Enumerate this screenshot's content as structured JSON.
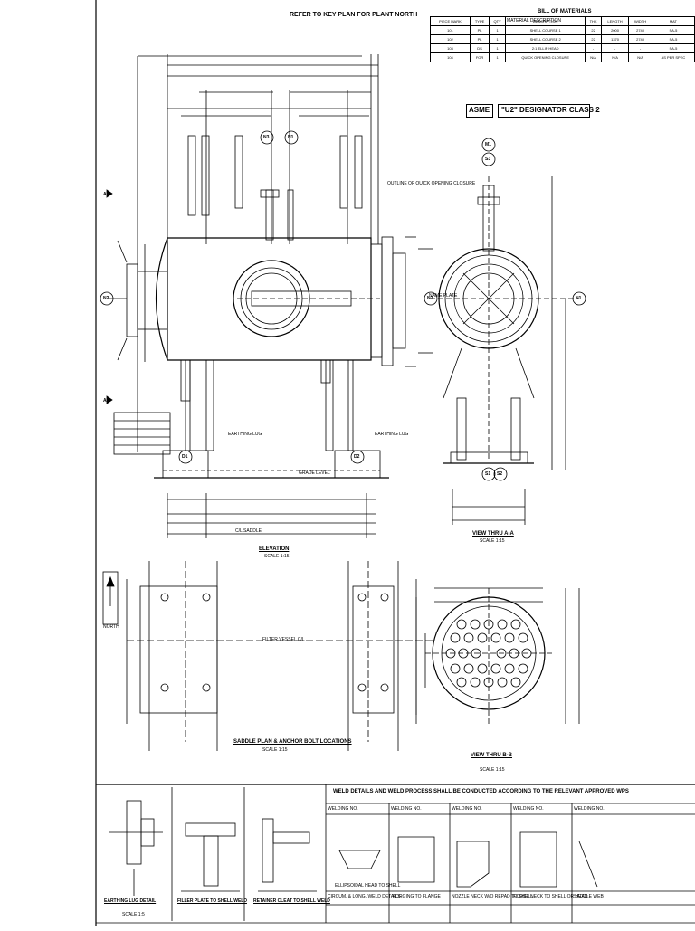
{
  "header": {
    "title": "REFER TO KEY PLAN FOR PLANT NORTH"
  },
  "bom": {
    "title": "BILL OF MATERIALS",
    "material_description": "MATERIAL DESCRIPTION",
    "columns": [
      "PIECE MARK",
      "TYPE",
      "QTY",
      "DESCRIPTION",
      "THK",
      "LENGTH",
      "WIDTH",
      "MAT"
    ],
    "rows": [
      [
        "101",
        "PL",
        "1",
        "SHELL COURSE 1",
        "22",
        "2000",
        "2740",
        "SA-5"
      ],
      [
        "102",
        "PL",
        "1",
        "SHELL COURSE 2",
        "22",
        "1370",
        "2740",
        "SA-5"
      ],
      [
        "103",
        "DS",
        "1",
        "2:1 ELLIP HEAD",
        "-",
        "-",
        "-",
        "SA-5"
      ],
      [
        "104",
        "FOR",
        "1",
        "QUICK OPENING CLOSURE",
        "N/A",
        "N/A",
        "N/A",
        "AS PER SPEC"
      ]
    ]
  },
  "stamp": {
    "asme": "ASME",
    "designator": "\"U2\" DESIGNATOR CLASS 2"
  },
  "views": {
    "elevation": "ELEVATION",
    "elevation_scale": "SCALE 1:15",
    "view_aa": "VIEW THRU A-A",
    "view_aa_scale": "SCALE 1:15",
    "saddle_plan": "SADDLE PLAN & ANCHOR BOLT LOCATIONS",
    "saddle_scale": "SCALE 1:15",
    "view_bb": "VIEW THRU B-B",
    "view_bb_scale": "SCALE 1:15",
    "filter_vessel": "FILTER VESSEL C/L",
    "north": "NORTH"
  },
  "callouts": {
    "n1": "N1",
    "n2": "N2",
    "n3": "N3",
    "s1": "S1",
    "s2": "S2",
    "s3": "S3",
    "m1": "M1",
    "d1": "D1",
    "d2": "D2",
    "a": "A",
    "b": "B",
    "grade": "GRADE LEVEL",
    "earthing": "EARTHING LUG",
    "name_plate": "NAME PLATE",
    "outline": "OUTLINE OF QUICK OPENING CLOSURE",
    "saddle_cl": "C/L SADDLE"
  },
  "weld": {
    "banner": "WELD DETAILS AND WELD PROCESS SHALL BE CONDUCTED ACCORDING TO THE RELEVANT APPROVED WPS",
    "details": [
      {
        "title": "EARTHING LUG DETAIL",
        "scale": "SCALE 1:5"
      },
      {
        "title": "FILLER PLATE TO SHELL WELD",
        "scale": ""
      },
      {
        "title": "RETAINER CLEAT TO SHELL WELD",
        "scale": ""
      }
    ],
    "panels": [
      {
        "head": "WELDING NO.",
        "note": "ELLIPSOIDAL HEAD TO SHELL",
        "foot": "CIRCUM. & LONG. WELD DETAILS"
      },
      {
        "head": "WELDING NO.",
        "note": "",
        "foot": "FORGING TO FLANGE"
      },
      {
        "head": "WELDING NO.",
        "note": "",
        "foot": "NOZZLE NECK W/O REPAD TO SHELL"
      },
      {
        "head": "WELDING NO.",
        "note": "",
        "foot": "FORGE NECK TO SHELL OR HEAD"
      },
      {
        "head": "WELDING NO.",
        "note": "",
        "foot": "SADDLE WEB"
      }
    ]
  }
}
